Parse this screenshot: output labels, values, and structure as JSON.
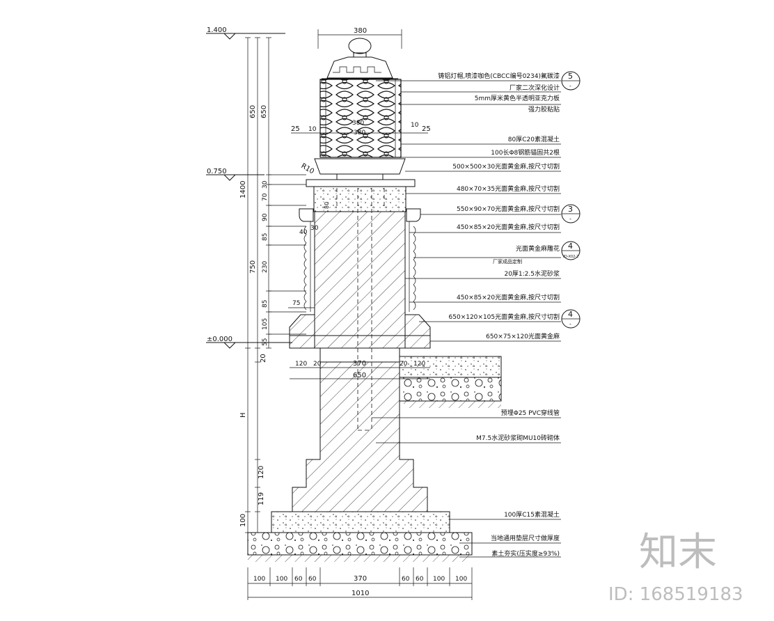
{
  "elevations": [
    {
      "value": "1.400"
    },
    {
      "value": "0.750"
    },
    {
      "value": "±0.000"
    }
  ],
  "left_dims": {
    "outer": [
      "1400",
      "H",
      "100"
    ],
    "middle": [
      "650",
      "750",
      "20",
      "120",
      "119"
    ],
    "inner": [
      "650",
      "30",
      "70",
      "90",
      "85",
      "230",
      "85",
      "105",
      "55"
    ]
  },
  "top_dims": {
    "width": "380",
    "offsets_left": "25",
    "offsets_left_inner": "10",
    "offsets_right_inner": "10",
    "offsets_right": "25",
    "inner_width_a": "380",
    "inner_width_b": "380"
  },
  "misc_dims": {
    "radius": "R10",
    "d80": "80",
    "d40": "40",
    "d30": "30",
    "d75": "75"
  },
  "mid_dims": [
    "120",
    "20",
    "370",
    "20",
    "120"
  ],
  "mid_total": "650",
  "bottom_dims": [
    "100",
    "100",
    "60",
    "60",
    "370",
    "60",
    "60",
    "100",
    "100"
  ],
  "bottom_total": "1010",
  "annotations": [
    "铸铝灯帽,喷漆咖色(CBCC编号0234)氟碳漆",
    "厂家二次深化设计",
    "5mm厚米黄色半透明亚克力板",
    "强力胶粘贴",
    "80厚C20素混凝土",
    "100长Φ8钢筋锚固共2根",
    "500×500×30光面黄金麻,按尺寸切割",
    "480×70×35光面黄金麻,按尺寸切割",
    "550×90×70光面黄金麻,按尺寸切割",
    "450×85×20光面黄金麻,按尺寸切割",
    "光面黄金麻雕花",
    "厂家成品定制",
    "20厚1:2.5水泥砂浆",
    "450×85×20光面黄金麻,按尺寸切割",
    "650×120×105光面黄金麻,按尺寸切割",
    "650×75×120光面黄金麻",
    "预埋Φ25 PVC穿线管",
    "M7.5水泥砂浆砌MU10砖砌体",
    "100厚C15素混凝土",
    "当地通用垫层尺寸做厚度",
    "素土夯实(压实度≥93%)"
  ],
  "callouts": [
    {
      "num": "5",
      "sub": "-"
    },
    {
      "num": "3",
      "sub": "-"
    },
    {
      "num": "4",
      "sub": "YD-X02-2"
    },
    {
      "num": "4",
      "sub": "-"
    }
  ],
  "watermark": {
    "logo": "知末",
    "id": "ID: 168519183"
  }
}
